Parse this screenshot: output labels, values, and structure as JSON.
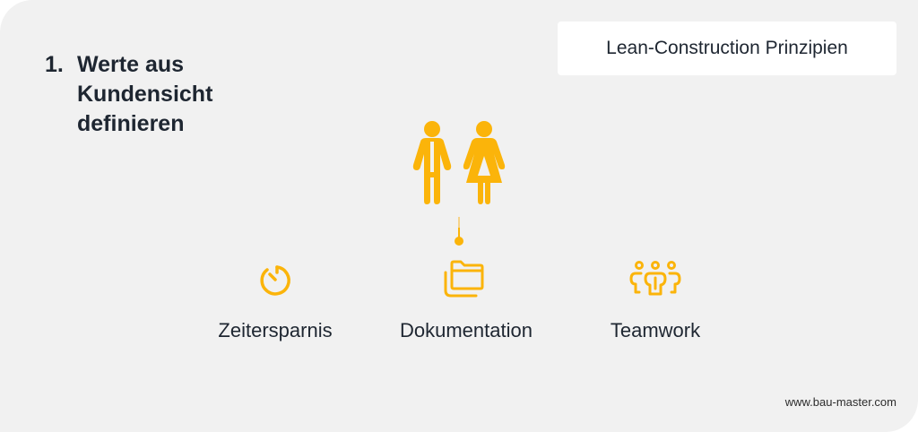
{
  "headline": {
    "number": "1.",
    "text": "Werte aus Kundensicht definieren"
  },
  "badge": {
    "label": "Lean-Construction Prinzipien"
  },
  "center_icon": {
    "name": "customer-people-icon"
  },
  "items": [
    {
      "icon": "timer-icon",
      "label": "Zeitersparnis"
    },
    {
      "icon": "folders-icon",
      "label": "Dokumentation"
    },
    {
      "icon": "team-icon",
      "label": "Teamwork"
    }
  ],
  "footer": {
    "url": "www.bau-master.com"
  },
  "colors": {
    "accent": "#fbb40a",
    "text": "#1e2631",
    "panel": "#f1f1f1",
    "badge_bg": "#ffffff"
  }
}
